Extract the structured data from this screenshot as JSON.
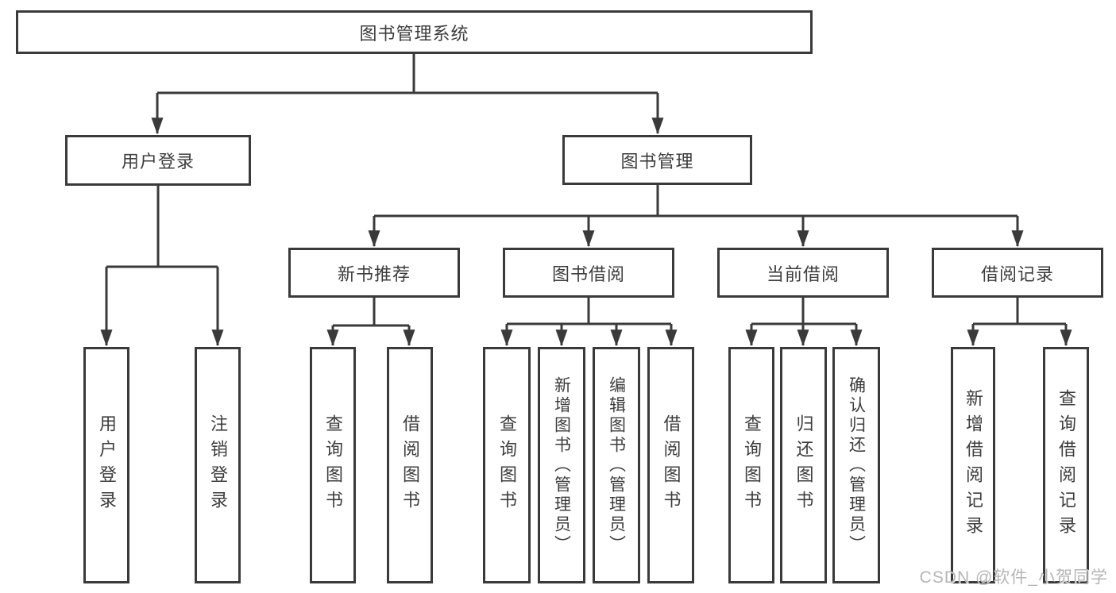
{
  "colors": {
    "line": "#3a3a3a",
    "text": "#3d3d3d",
    "background": "#ffffff",
    "watermark_color": "#b5b5b5"
  },
  "watermark": {
    "text": "CSDN @软件_小贺同学"
  },
  "diagram": {
    "root": {
      "label": "图书管理系统"
    },
    "level2": [
      {
        "label": "用户登录"
      },
      {
        "label": "图书管理"
      }
    ],
    "level3": [
      {
        "label": "新书推荐"
      },
      {
        "label": "图书借阅"
      },
      {
        "label": "当前借阅"
      },
      {
        "label": "借阅记录"
      }
    ],
    "leaves": [
      {
        "parent": "用户登录",
        "label": "用户登录"
      },
      {
        "parent": "用户登录",
        "label": "注销登录"
      },
      {
        "parent": "新书推荐",
        "label": "查询图书"
      },
      {
        "parent": "新书推荐",
        "label": "借阅图书"
      },
      {
        "parent": "图书借阅",
        "label": "查询图书"
      },
      {
        "parent": "图书借阅",
        "label": "新增图书（管理员）"
      },
      {
        "parent": "图书借阅",
        "label": "编辑图书（管理员）"
      },
      {
        "parent": "图书借阅",
        "label": "借阅图书"
      },
      {
        "parent": "当前借阅",
        "label": "查询图书"
      },
      {
        "parent": "当前借阅",
        "label": "归还图书"
      },
      {
        "parent": "当前借阅",
        "label": "确认归还（管理员）"
      },
      {
        "parent": "借阅记录",
        "label": "新增借阅记录"
      },
      {
        "parent": "借阅记录",
        "label": "查询借阅记录"
      }
    ]
  }
}
